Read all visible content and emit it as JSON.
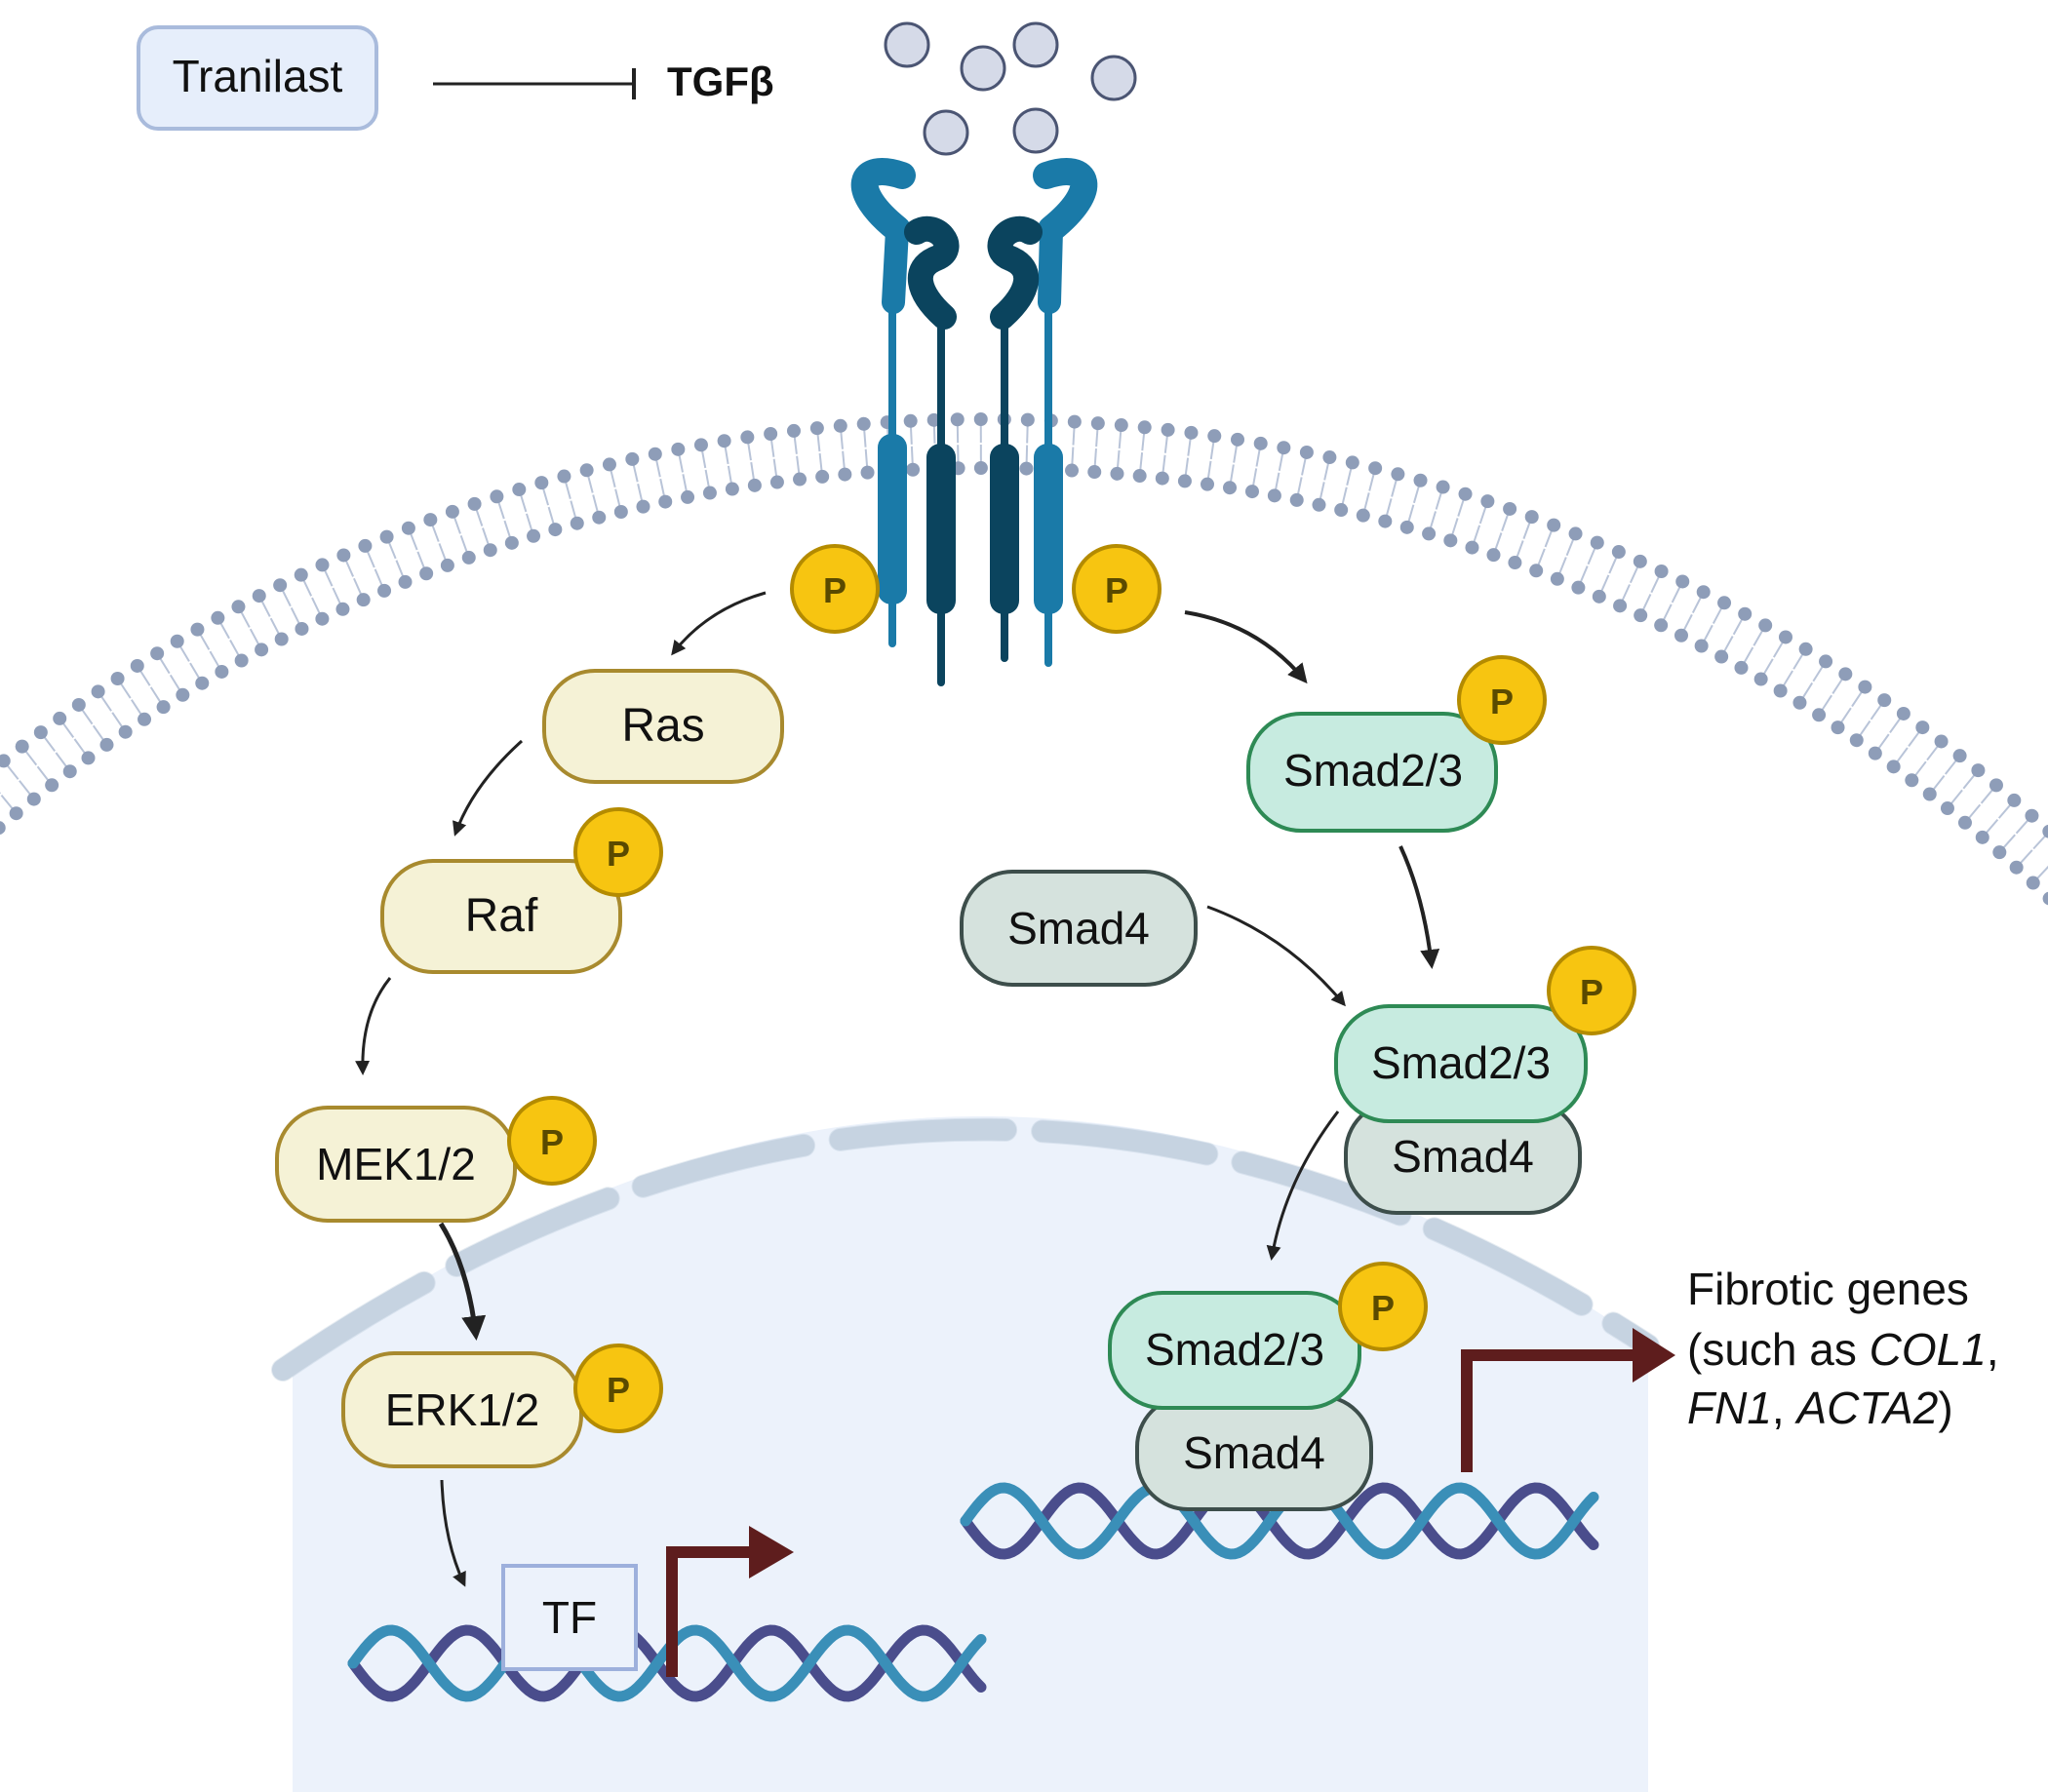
{
  "drug": {
    "label": "Tranilast"
  },
  "ligand": {
    "label": "TGFβ"
  },
  "phospho_label": "P",
  "mapk_pathway": {
    "ras": "Ras",
    "raf": "Raf",
    "mek": "MEK1/2",
    "erk": "ERK1/2",
    "tf": "TF"
  },
  "smad_pathway": {
    "smad23": "Smad2/3",
    "smad4": "Smad4"
  },
  "output": {
    "line1": "Fibrotic genes",
    "line2_prefix": "(such as ",
    "gene1": "COL1",
    "comma": ",",
    "gene2": "FN1",
    "sep": ", ",
    "gene3": "ACTA2",
    "close": ")"
  },
  "colors": {
    "membrane_head": "#8e9db8",
    "receptor_light": "#1a7aa8",
    "receptor_dark": "#0b445e",
    "phospho_fill": "#f7c511",
    "mapk_fill": "#f5f2d6",
    "mapk_stroke": "#a88a2e",
    "smad23_fill": "#c7ebe0",
    "smad23_stroke": "#2e8a55",
    "smad4_fill": "#d5e2dd",
    "smad4_stroke": "#3d4e4b",
    "nucleus_fill": "#ecf2fb",
    "dna_strand_a": "#4a4d8c",
    "dna_strand_b": "#3a8fb8",
    "transcription_arrow": "#5e1d1d"
  }
}
